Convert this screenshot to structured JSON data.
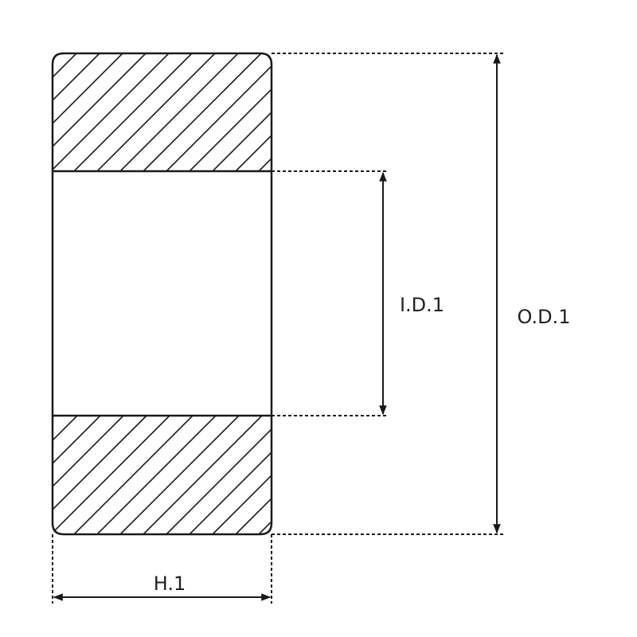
{
  "labels": {
    "inner_diameter": "I.D.1",
    "outer_diameter": "O.D.1",
    "height": "H.1"
  },
  "colors": {
    "line": "#1a1a1a",
    "background": "#ffffff"
  }
}
